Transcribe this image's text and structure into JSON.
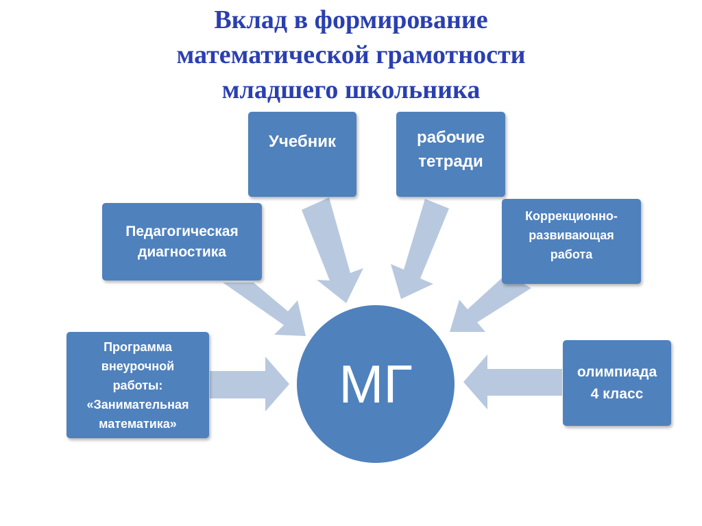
{
  "title": "Вклад в формирование\nматематической грамотности\nмладшего школьника",
  "center_label": "МГ",
  "nodes": {
    "uchebnik": "Учебник",
    "tetradi": "рабочие\nтетради",
    "diagnostika": "Педагогическая\nдиагностика",
    "korrekcia": "Коррекционно-\nразвивающая\nработа",
    "programma": "Программа\nвнеурочной\nработы:\n«Занимательная\nматематика»",
    "olimpiada": "олимпиада\n4 класс"
  },
  "colors": {
    "box_fill": "#4f81bd",
    "arrow_fill": "#b8c8df",
    "title_color": "#2a3fb0"
  }
}
